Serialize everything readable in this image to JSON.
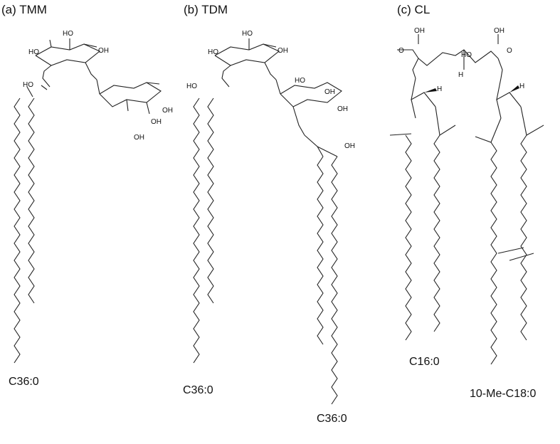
{
  "panels": [
    {
      "title": "(a) TMM",
      "chains": [
        "C36:0"
      ]
    },
    {
      "title": "(b) TDM",
      "chains": [
        "C36:0",
        "C36:0"
      ]
    },
    {
      "title": "(c) CL",
      "chains": [
        "C16:0",
        "10-Me-C18:0"
      ]
    }
  ],
  "atoms": {
    "hydroxyl": "HO",
    "hydroxyl_r": "OH",
    "oxygen": "O",
    "hydrogen": "H"
  }
}
